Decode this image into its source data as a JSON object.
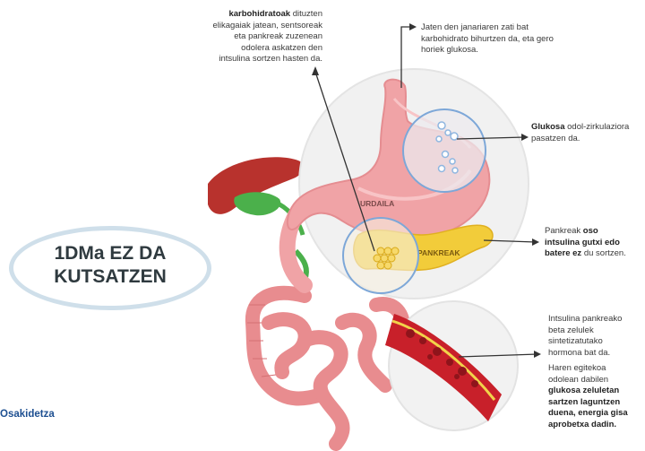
{
  "oval": {
    "line1": "1DMa EZ DA",
    "line2": "KUTSATZEN"
  },
  "brand": "Osakidetza",
  "labels": {
    "stomach": "URDAILA",
    "pancreas": "PANKREAK"
  },
  "callouts": {
    "carbs": {
      "bold": "karbohidratoak",
      "lines": [
        " dituzten",
        "elikagaiak jatean, sentsoreak",
        "eta pankreak zuzenean",
        "odolera askatzen den",
        "intsulina sortzen hasten da."
      ]
    },
    "digest": {
      "lines": [
        "Jaten den janariaren zati bat",
        "karbohidrato bihurtzen da, eta gero",
        "horiek glukosa."
      ]
    },
    "glucose": {
      "bold": "Glukosa",
      "line1_rest": " odol-zirkulaziora",
      "line2": "pasatzen da."
    },
    "pancreas": {
      "line1_a": "Pankreak ",
      "line1_b": "oso",
      "line2": "intsulina gutxi edo",
      "line3_a": "batere ez",
      "line3_b": " du sortzen."
    },
    "insulin": {
      "lines": [
        "Intsulina pankreako",
        "beta zelulek",
        "sintetizatutako",
        "hormona bat da."
      ],
      "lines2": [
        "Haren egitekoa",
        "odolean dabilen"
      ],
      "bold_lines": [
        "glukosa zeluletan",
        "sartzen laguntzen",
        "duena, energia gisa",
        "aprobetxa dadin."
      ]
    }
  },
  "colors": {
    "stomach": "#f0a3a6",
    "pancreas": "#f2cc3a",
    "liver": "#b8322d",
    "gallbladder": "#4bb04b",
    "intestine": "#e88c8f",
    "blood": "#c8202a",
    "circle_outline": "#7da7d8"
  }
}
